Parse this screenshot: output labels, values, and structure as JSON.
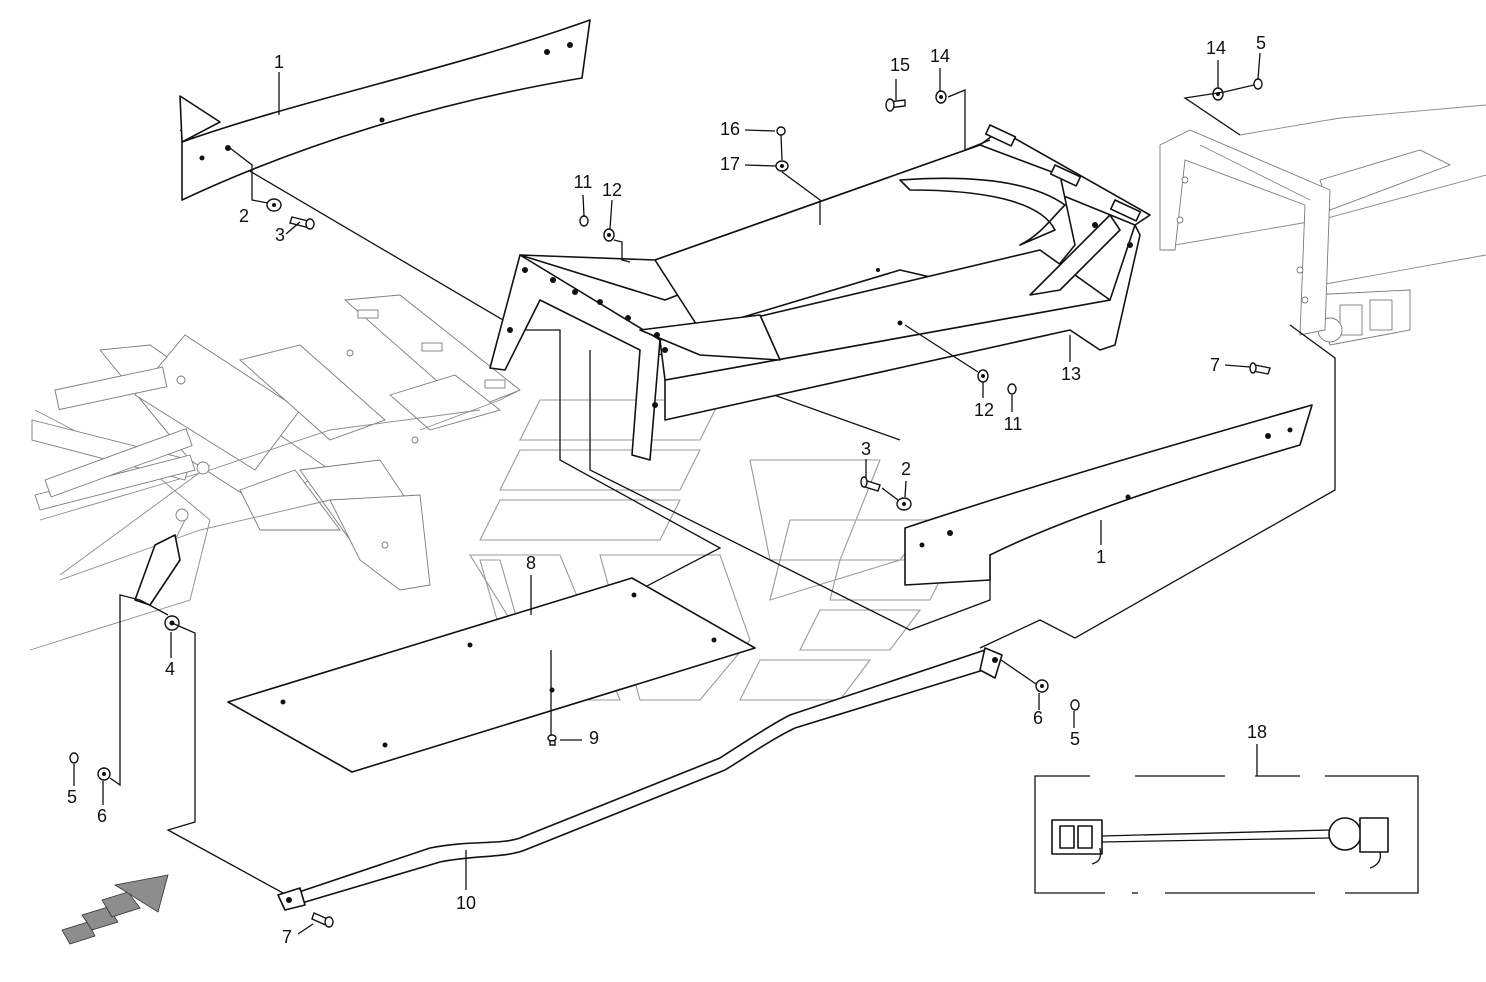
{
  "diagram": {
    "callouts": [
      {
        "id": "c-1-top",
        "label": "1"
      },
      {
        "id": "c-2-left",
        "label": "2"
      },
      {
        "id": "c-3-left",
        "label": "3"
      },
      {
        "id": "c-15",
        "label": "15"
      },
      {
        "id": "c-14-mid",
        "label": "14"
      },
      {
        "id": "c-16",
        "label": "16"
      },
      {
        "id": "c-17",
        "label": "17"
      },
      {
        "id": "c-11-top",
        "label": "11"
      },
      {
        "id": "c-12-top",
        "label": "12"
      },
      {
        "id": "c-14-right",
        "label": "14"
      },
      {
        "id": "c-5-right",
        "label": "5"
      },
      {
        "id": "c-7-right",
        "label": "7"
      },
      {
        "id": "c-13",
        "label": "13"
      },
      {
        "id": "c-12-mid",
        "label": "12"
      },
      {
        "id": "c-11-mid",
        "label": "11"
      },
      {
        "id": "c-3-mid",
        "label": "3"
      },
      {
        "id": "c-2-mid",
        "label": "2"
      },
      {
        "id": "c-1-right",
        "label": "1"
      },
      {
        "id": "c-8",
        "label": "8"
      },
      {
        "id": "c-9",
        "label": "9"
      },
      {
        "id": "c-4",
        "label": "4"
      },
      {
        "id": "c-5-left",
        "label": "5"
      },
      {
        "id": "c-6-left",
        "label": "6"
      },
      {
        "id": "c-10",
        "label": "10"
      },
      {
        "id": "c-7-left",
        "label": "7"
      },
      {
        "id": "c-6-right",
        "label": "6"
      },
      {
        "id": "c-5-mid",
        "label": "5"
      },
      {
        "id": "c-18",
        "label": "18"
      }
    ]
  }
}
